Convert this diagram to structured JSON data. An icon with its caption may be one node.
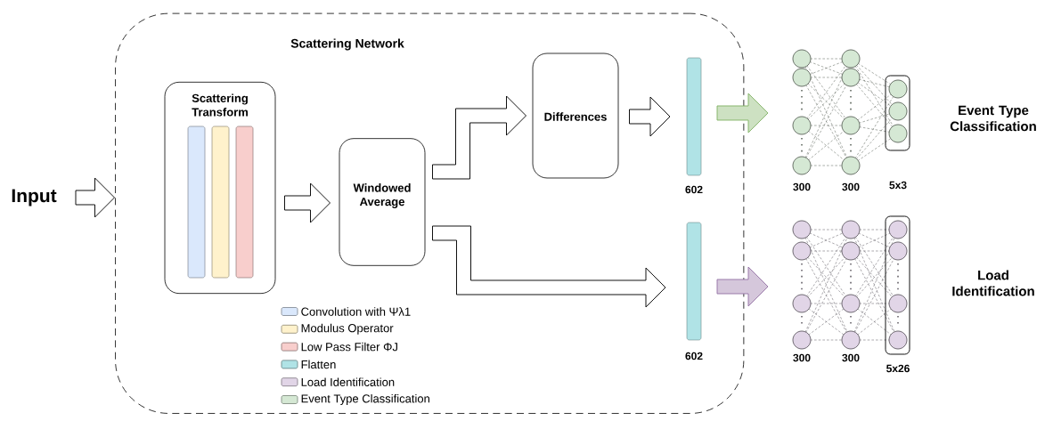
{
  "diagram": {
    "nodes": [
      {
        "text": [
          "Input"
        ]
      },
      {
        "text": [
          "Scattering Network"
        ]
      },
      {
        "text": [
          "Scattering Transform"
        ],
        "in": 1
      },
      {
        "text": [
          "Windowed Average"
        ],
        "in": 1
      },
      {
        "text": [
          "Differences"
        ],
        "in": 1
      },
      {
        "text": [],
        "shape": "bar",
        "in": 1,
        "beside": [
          "602"
        ]
      },
      {
        "text": [],
        "shape": "bar",
        "in": 1,
        "beside": [
          "602"
        ]
      },
      {
        "text": [],
        "shape": "picture",
        "beside": [
          "300",
          "300",
          "5x3"
        ]
      },
      {
        "text": [],
        "shape": "picture",
        "beside": [
          "300",
          "300",
          "5x26"
        ]
      }
    ],
    "edges": [
      {
        "from": 0,
        "to": 1,
        "arrow": "to"
      },
      {
        "from": 2,
        "to": 3,
        "arrow": "to"
      },
      {
        "from": 3,
        "to": 4,
        "arrow": "to"
      },
      {
        "from": 3,
        "to": 6,
        "arrow": "to"
      },
      {
        "from": 4,
        "to": 5,
        "arrow": "to"
      },
      {
        "from": 5,
        "to": 7,
        "arrow": "to",
        "color": "#82b366"
      },
      {
        "from": 6,
        "to": 8,
        "arrow": "to",
        "color": "#9673a6"
      }
    ],
    "labels": [
      "Event Type Classification",
      "Load Identification"
    ],
    "legend": [
      {
        "text": "Convolution with Ψλ1",
        "color": "#dae8fc"
      },
      {
        "text": "Modulus Operator",
        "color": "#fff2cc"
      },
      {
        "text": "Low Pass Filter ΦJ",
        "color": "#f8cecc"
      },
      {
        "text": "Flatten",
        "color": "#b0e3e6"
      },
      {
        "text": "Load Identification",
        "color": "#e1d5e7"
      },
      {
        "text": "Event Type Classification",
        "color": "#d5e8d4"
      }
    ]
  }
}
